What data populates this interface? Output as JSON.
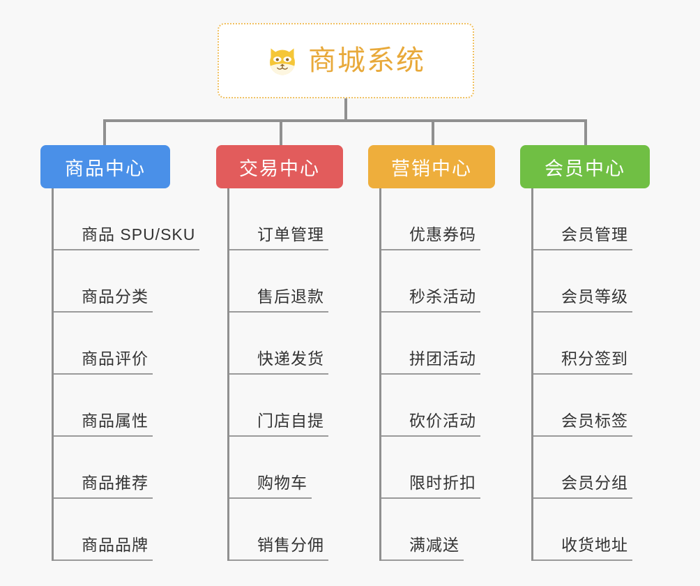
{
  "page": {
    "background_color": "#f8f8f8",
    "type": "mindmap"
  },
  "root": {
    "title": "商城系统",
    "icon": "shiba-dog-face-emoji",
    "border_color": "#f0c060",
    "text_color": "#e8a93a",
    "background_color": "#ffffff"
  },
  "branches": [
    {
      "label": "商品中心",
      "color": "#4a90e8",
      "items": [
        "商品 SPU/SKU",
        "商品分类",
        "商品评价",
        "商品属性",
        "商品推荐",
        "商品品牌"
      ]
    },
    {
      "label": "交易中心",
      "color": "#e25c5c",
      "items": [
        "订单管理",
        "售后退款",
        "快递发货",
        "门店自提",
        "购物车",
        "销售分佣"
      ]
    },
    {
      "label": "营销中心",
      "color": "#eeae3c",
      "items": [
        "优惠券码",
        "秒杀活动",
        "拼团活动",
        "砍价活动",
        "限时折扣",
        "满减送"
      ]
    },
    {
      "label": "会员中心",
      "color": "#70bf44",
      "items": [
        "会员管理",
        "会员等级",
        "积分签到",
        "会员标签",
        "会员分组",
        "收货地址"
      ]
    }
  ],
  "connector": {
    "color": "#909090"
  }
}
